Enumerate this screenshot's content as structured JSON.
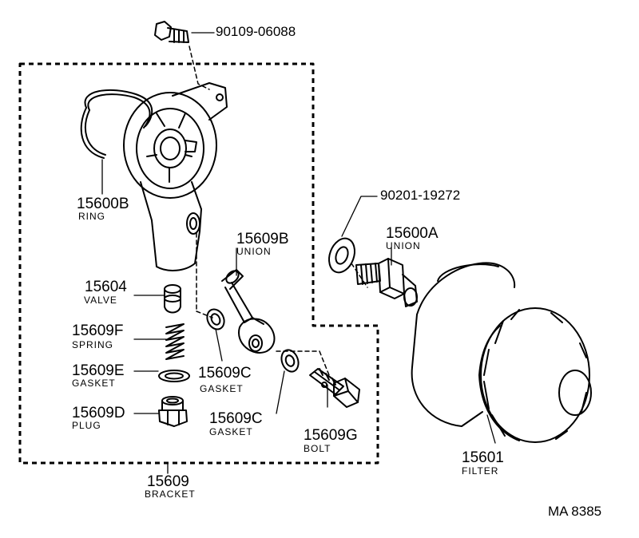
{
  "parts": [
    {
      "id": "bolt_top",
      "number": "90109-06088",
      "name": ""
    },
    {
      "id": "ring",
      "number": "15600B",
      "name": "RING"
    },
    {
      "id": "washer",
      "number": "90201-19272",
      "name": ""
    },
    {
      "id": "union_a",
      "number": "15600A",
      "name": "UNION"
    },
    {
      "id": "union_b",
      "number": "15609B",
      "name": "UNION"
    },
    {
      "id": "valve",
      "number": "15604",
      "name": "VALVE"
    },
    {
      "id": "spring",
      "number": "15609F",
      "name": "SPRING"
    },
    {
      "id": "gasket_e",
      "number": "15609E",
      "name": "GASKET"
    },
    {
      "id": "gasket_c1",
      "number": "15609C",
      "name": "GASKET"
    },
    {
      "id": "plug",
      "number": "15609D",
      "name": "PLUG"
    },
    {
      "id": "gasket_c2",
      "number": "15609C",
      "name": "GASKET"
    },
    {
      "id": "bolt_g",
      "number": "15609G",
      "name": "BOLT"
    },
    {
      "id": "filter",
      "number": "15601",
      "name": "FILTER"
    },
    {
      "id": "bracket",
      "number": "15609",
      "name": "BRACKET"
    }
  ],
  "diagram_code": "MA 8385",
  "colors": {
    "ink": "#000000",
    "paper": "#ffffff"
  }
}
